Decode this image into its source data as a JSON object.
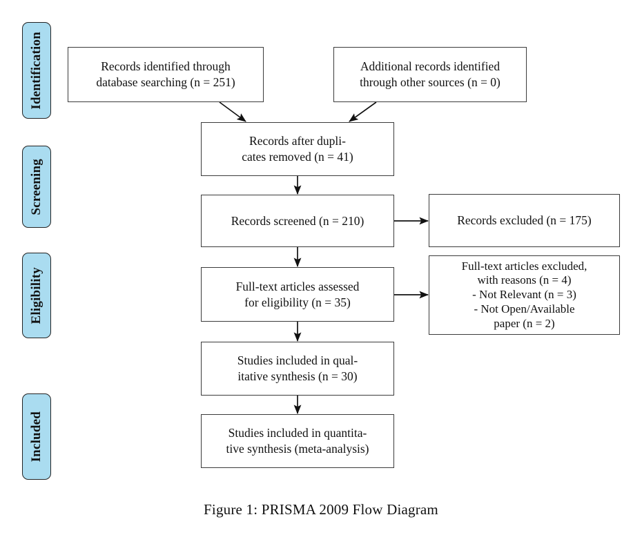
{
  "figure": {
    "caption": "Figure 1: PRISMA 2009 Flow Diagram",
    "colors": {
      "stage_fill": "#aadcf0",
      "stage_border": "#222222",
      "node_border": "#3a3a3a",
      "background": "#ffffff",
      "text": "#111111"
    }
  },
  "stages": [
    {
      "id": "identification",
      "label": "Identification"
    },
    {
      "id": "screening",
      "label": "Screening"
    },
    {
      "id": "eligibility",
      "label": "Eligibility"
    },
    {
      "id": "included",
      "label": "Included"
    }
  ],
  "nodes": {
    "records_database": "Records identified through\ndatabase searching (n = 251)",
    "records_other": "Additional records identified\nthrough other sources (n = 0)",
    "duplicates_removed": "Records after dupli-\ncates removed (n = 41)",
    "records_screened": "Records screened (n = 210)",
    "records_excluded": "Records excluded (n = 175)",
    "fulltext_assessed": "Full-text articles assessed\nfor eligibility (n = 35)",
    "fulltext_excluded": "Full-text articles excluded,\nwith reasons (n = 4)\n- Not Relevant (n = 3)\n- Not Open/Available\npaper (n = 2)",
    "qualitative_synthesis": "Studies included in qual-\nitative synthesis (n = 30)",
    "quantitative_synthesis": "Studies included in quantita-\ntive synthesis (meta-analysis)"
  },
  "chart_data": {
    "type": "diagram",
    "title": "Figure 1: PRISMA 2009 Flow Diagram",
    "stages": [
      "Identification",
      "Screening",
      "Eligibility",
      "Included"
    ],
    "counts": {
      "records_identified_database": 251,
      "additional_records_other_sources": 0,
      "records_after_duplicates_removed": 41,
      "records_screened": 210,
      "records_excluded": 175,
      "full_text_articles_assessed": 35,
      "full_text_articles_excluded": 4,
      "excluded_not_relevant": 3,
      "excluded_not_open_available_paper": 2,
      "studies_qualitative_synthesis": 30
    },
    "edges": [
      {
        "from": "records_database",
        "to": "duplicates_removed"
      },
      {
        "from": "records_other",
        "to": "duplicates_removed"
      },
      {
        "from": "duplicates_removed",
        "to": "records_screened"
      },
      {
        "from": "records_screened",
        "to": "records_excluded"
      },
      {
        "from": "records_screened",
        "to": "fulltext_assessed"
      },
      {
        "from": "fulltext_assessed",
        "to": "fulltext_excluded"
      },
      {
        "from": "fulltext_assessed",
        "to": "qualitative_synthesis"
      },
      {
        "from": "qualitative_synthesis",
        "to": "quantitative_synthesis"
      }
    ]
  }
}
